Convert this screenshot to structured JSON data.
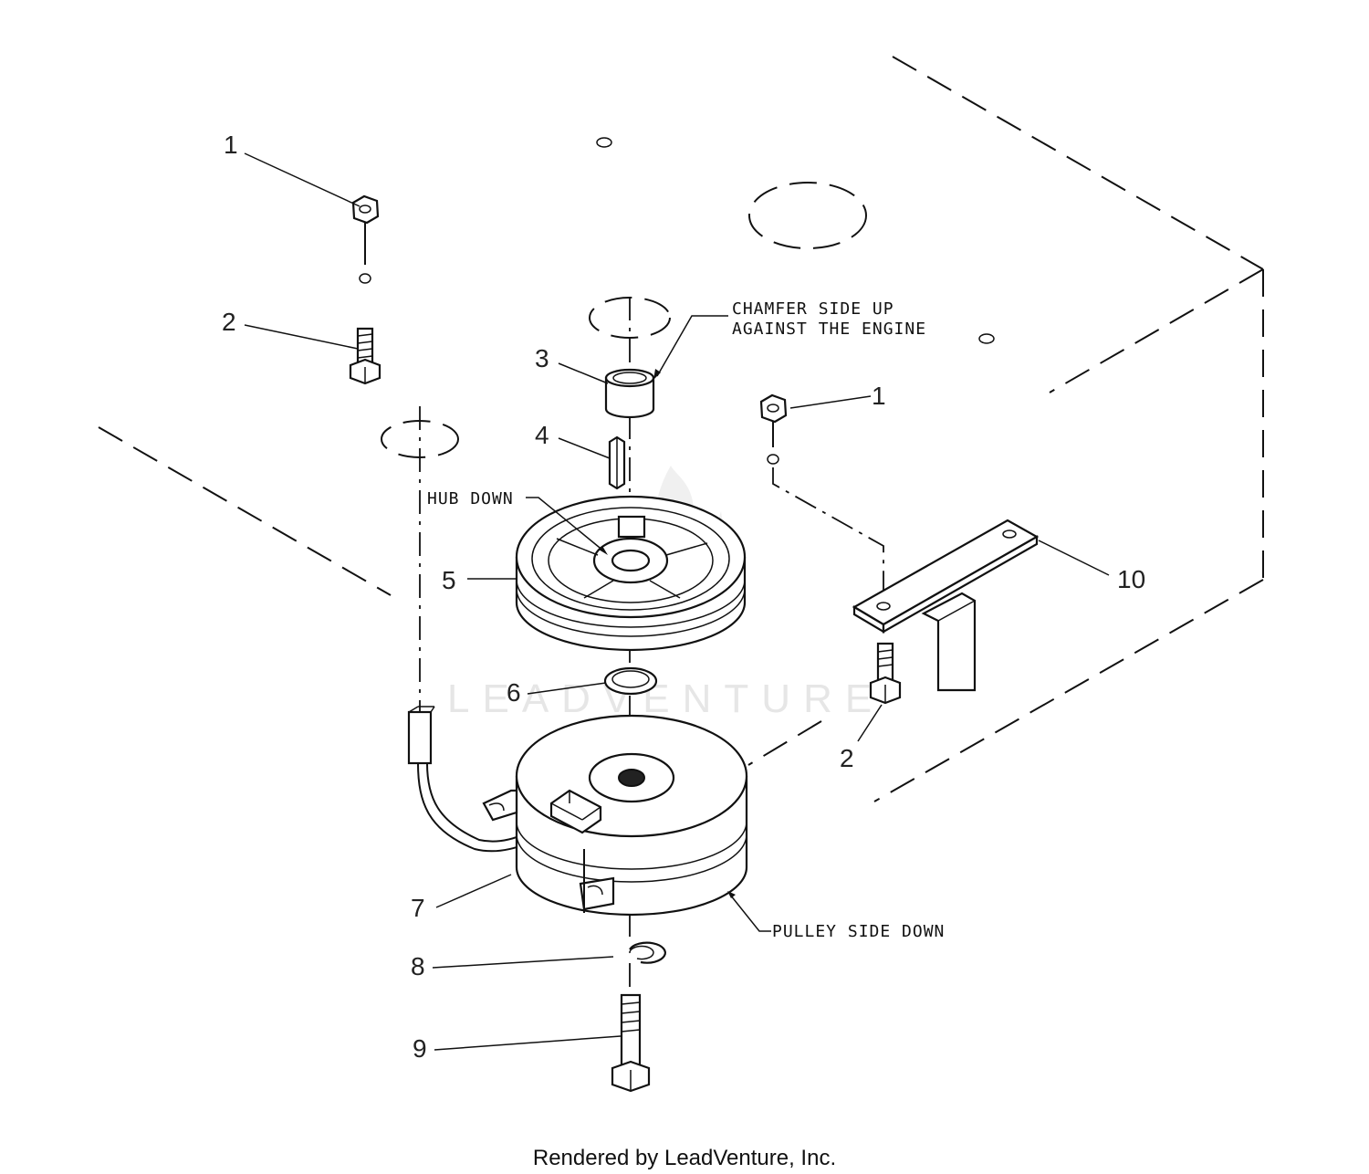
{
  "callouts": [
    "1",
    "2",
    "3",
    "4",
    "5",
    "6",
    "7",
    "8",
    "9",
    "10",
    "1",
    "2"
  ],
  "notes": {
    "chamfer_line1": "CHAMFER SIDE UP",
    "chamfer_line2": "AGAINST THE ENGINE",
    "hub_down": "HUB DOWN",
    "pulley_side_down": "PULLEY SIDE DOWN"
  },
  "watermark": "LEADVENTURE",
  "footer": "Rendered by LeadVenture, Inc."
}
